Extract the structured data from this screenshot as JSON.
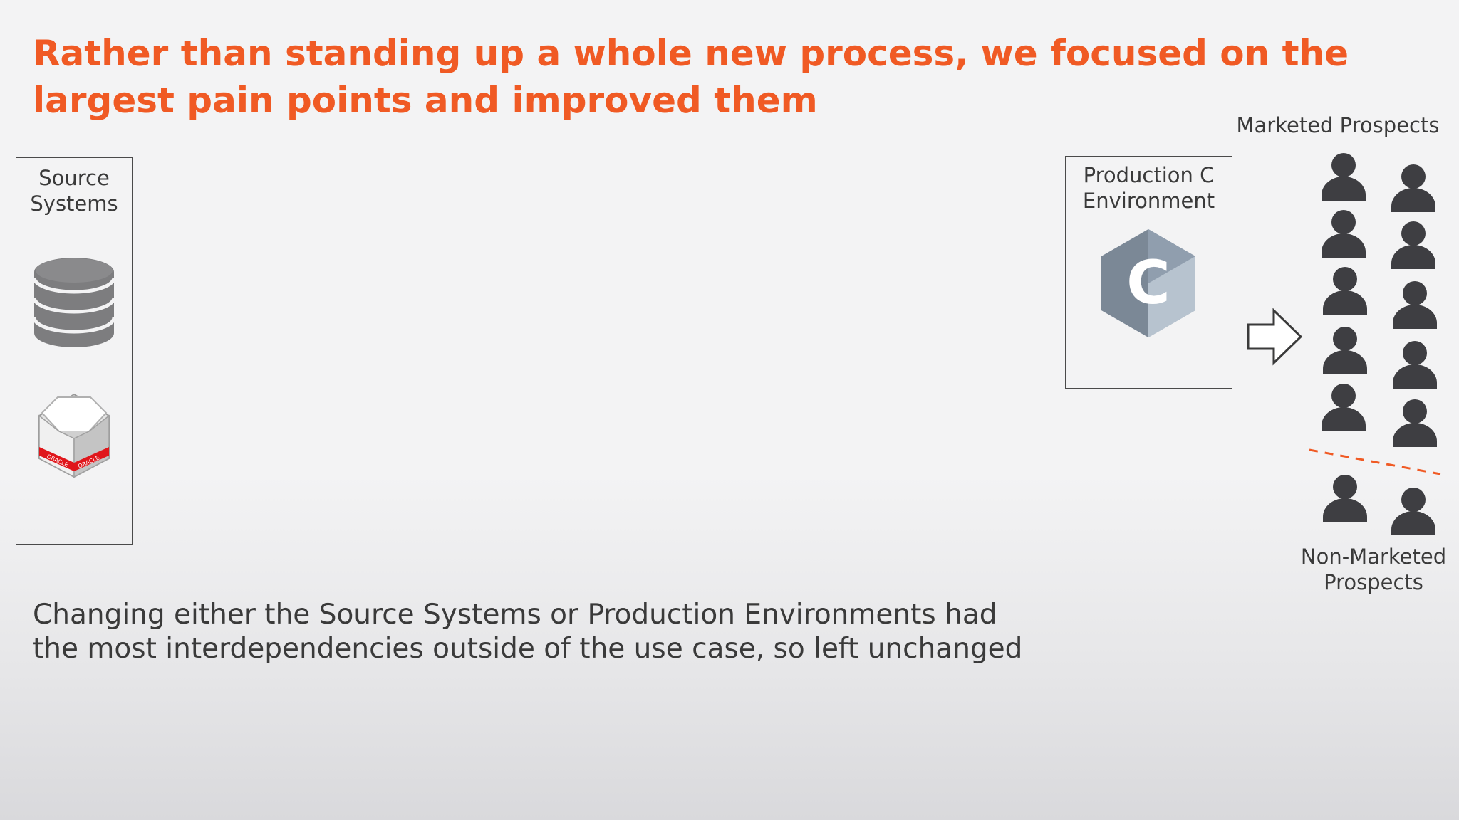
{
  "headline": {
    "line1": "Rather than standing up a whole new process, we focused on the",
    "line2": "largest pain points and improved them"
  },
  "source_systems": {
    "title_line1": "Source",
    "title_line2": "Systems",
    "icons": [
      "database-icon",
      "oracle-server-icon"
    ],
    "oracle_text": "ORACLE"
  },
  "production": {
    "title_line1": "Production C",
    "title_line2": "Environment",
    "logo_letter": "C",
    "icon": "c-language-hexagon-icon"
  },
  "arrow_icon": "right-arrow-icon",
  "prospects": {
    "marketed_label": "Marketed Prospects",
    "nonmarketed_line1": "Non-Marketed",
    "nonmarketed_line2": "Prospects",
    "marketed_count": 10,
    "nonmarketed_count": 2,
    "person_icon": "person-icon"
  },
  "footnote": {
    "line1": "Changing either the Source Systems or Production Environments had",
    "line2": "the most interdependencies outside of the use case, so left unchanged"
  },
  "colors": {
    "accent": "#f05a24",
    "text": "#3a3a3a",
    "icon": "#3e3e42",
    "c_logo": "#8e9aa8"
  }
}
